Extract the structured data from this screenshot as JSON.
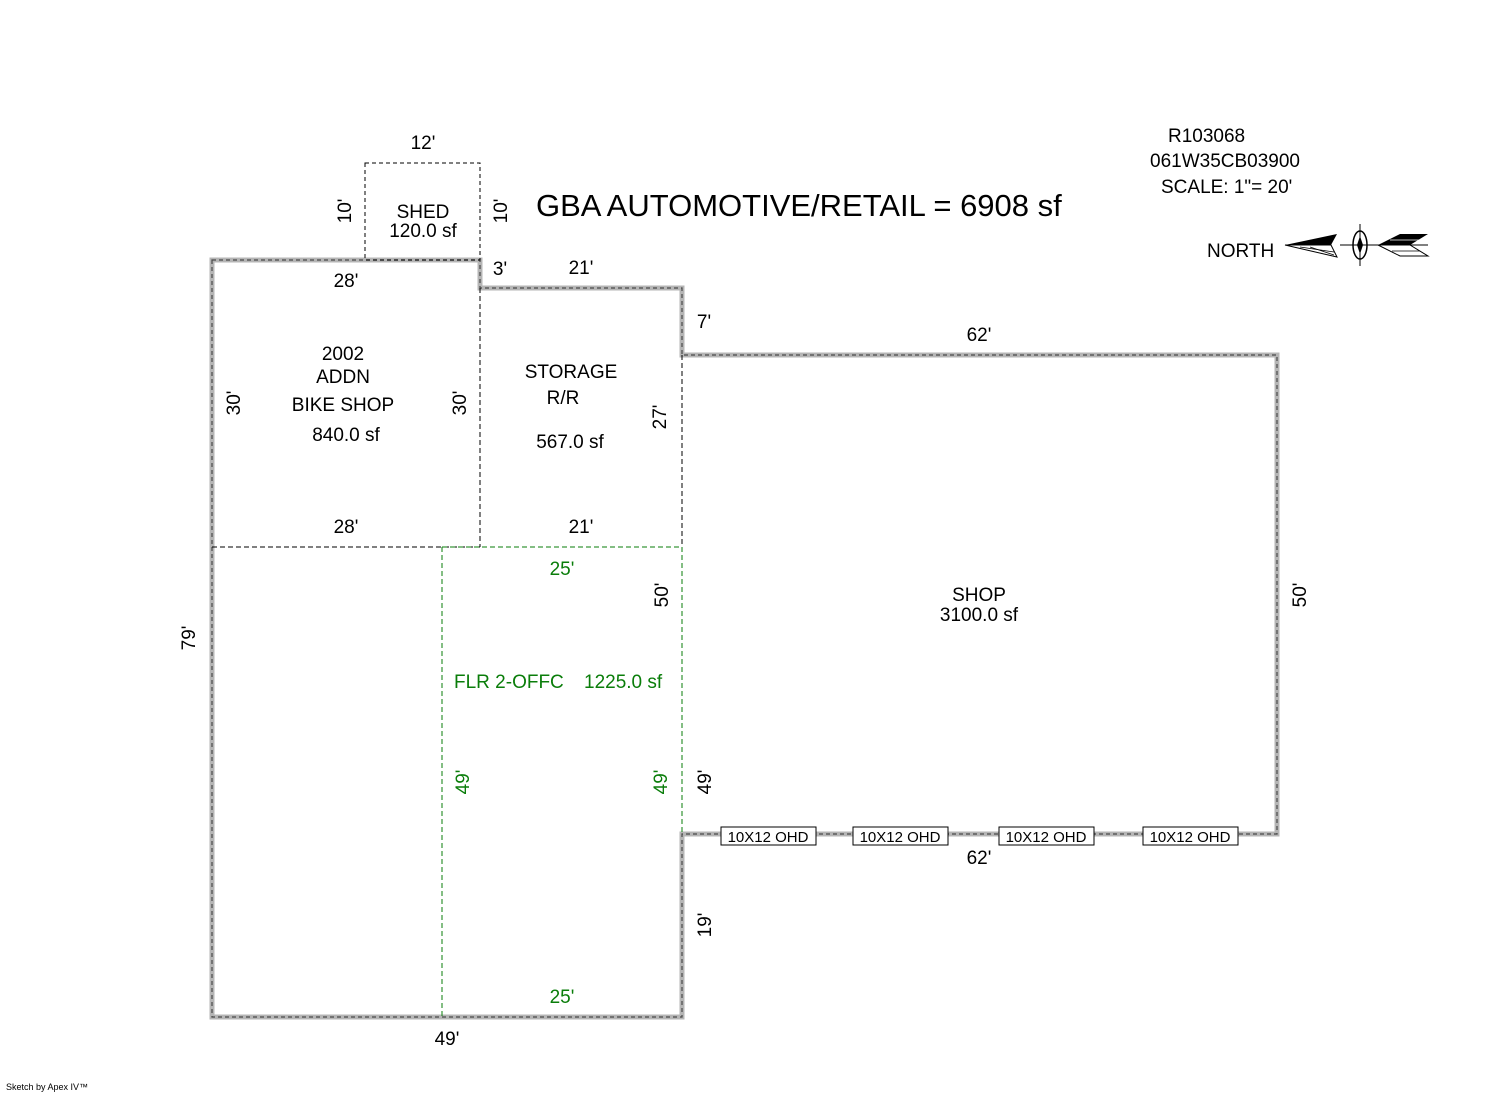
{
  "title": "GBA AUTOMOTIVE/RETAIL = 6908 sf",
  "header": {
    "parcel_id": "R103068",
    "map_number": "061W35CB03900",
    "scale": "SCALE: 1\"= 20'",
    "north_label": "NORTH"
  },
  "footer": "Sketch by Apex IV™",
  "areas": {
    "shed": {
      "name": "SHED",
      "area": "120.0 sf",
      "top": "12'",
      "left": "10'",
      "right": "10'"
    },
    "bike_shop": {
      "line1": "2002",
      "line2": "ADDN",
      "line3": "BIKE SHOP",
      "area": "840.0 sf",
      "top": "28'",
      "bottom": "28'",
      "left": "30'",
      "right": "30'"
    },
    "storage": {
      "line1": "STORAGE",
      "line2": "R/R",
      "area": "567.0 sf",
      "top_small": "3'",
      "top": "21'",
      "bottom": "21'",
      "right": "27'",
      "right_upper": "7'"
    },
    "shop": {
      "name": "SHOP",
      "area": "3100.0 sf",
      "top": "62'",
      "bottom": "62'",
      "right": "50'",
      "left_upper": "50'",
      "left_lower": "49'"
    },
    "office": {
      "name": "FLR 2-OFFC",
      "area": "1225.0 sf",
      "top": "25'",
      "bottom": "25'",
      "left": "49'",
      "right": "49'"
    },
    "main": {
      "left": "79'",
      "bottom": "49'",
      "right_lower": "19'"
    }
  },
  "doors": [
    "10X12 OHD",
    "10X12 OHD",
    "10X12 OHD",
    "10X12 OHD"
  ],
  "colors": {
    "wall_outer": "#b0b0b0",
    "wall_inner": "#555555",
    "office_line": "#0a7d0a"
  }
}
